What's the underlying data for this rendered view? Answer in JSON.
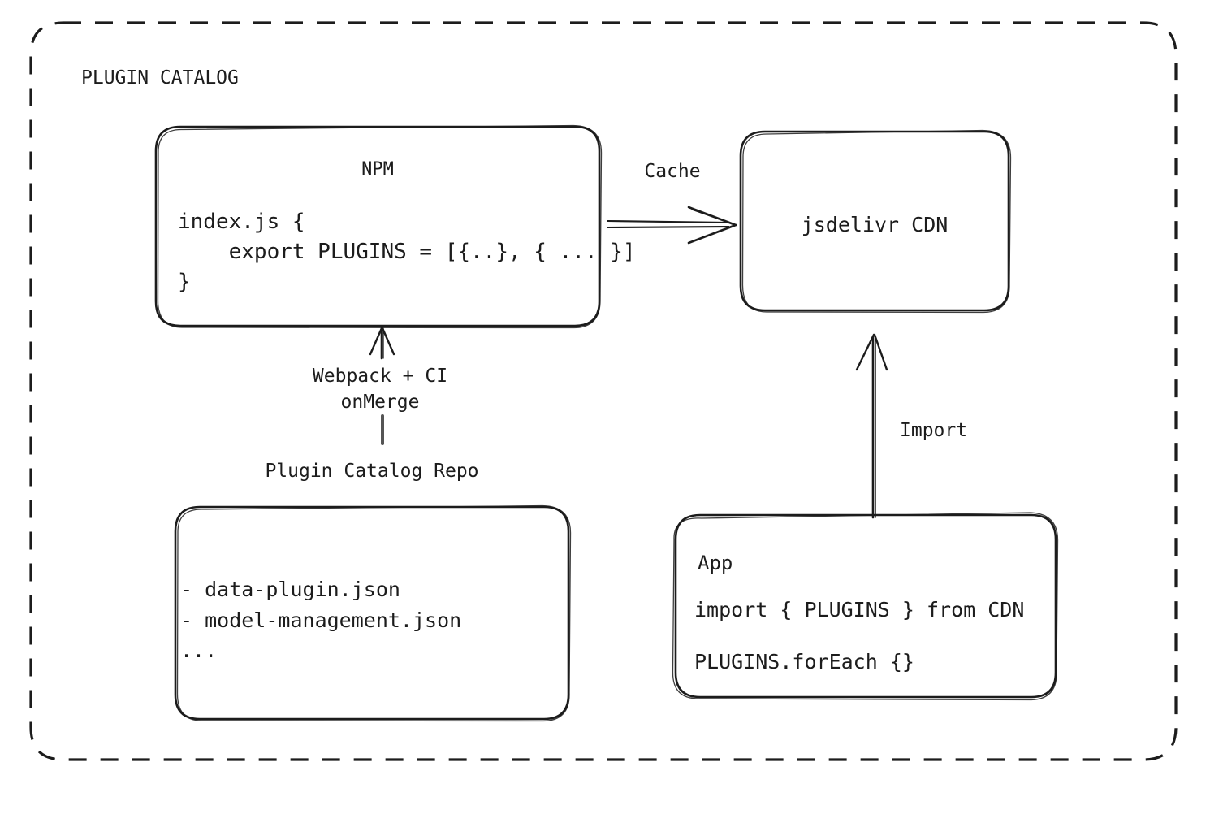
{
  "diagram": {
    "group": {
      "title": "PLUGIN CATALOG",
      "border_style": "dashed",
      "color": "#1c1c1c"
    },
    "nodes": {
      "npm": {
        "title": "NPM",
        "code": "index.js {\n    export PLUGINS = [{..}, { ... }]\n}"
      },
      "cdn": {
        "title": "jsdelivr CDN"
      },
      "repo": {
        "label": "Plugin Catalog Repo",
        "code": "- data-plugin.json\n- model-management.json\n..."
      },
      "app": {
        "title": "App",
        "code_line_1": "import { PLUGINS } from CDN",
        "code_line_2": "PLUGINS.forEach {}"
      }
    },
    "edges": {
      "cache": {
        "label": "Cache",
        "from": "npm",
        "to": "cdn",
        "direction": "right"
      },
      "build": {
        "label": "Webpack + CI\nonMerge",
        "from": "repo",
        "to": "npm",
        "direction": "up"
      },
      "import": {
        "label": "Import",
        "from": "app",
        "to": "cdn",
        "direction": "up"
      }
    }
  }
}
